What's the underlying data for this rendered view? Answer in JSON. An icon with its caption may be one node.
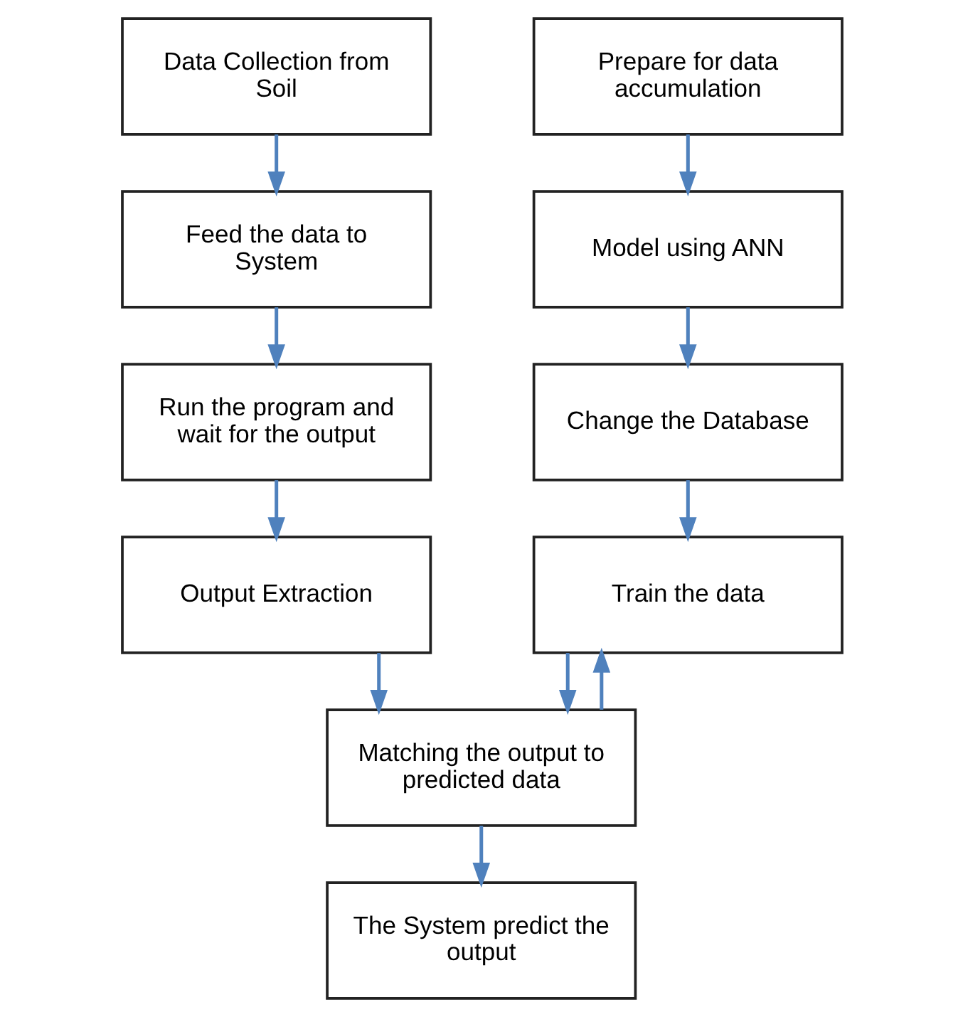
{
  "diagram": {
    "nodes": [
      {
        "text": [
          "Data Collection from Soil"
        ]
      },
      {
        "text": [
          "Feed the data to System"
        ]
      },
      {
        "text": [
          "Run the program and wait for the output"
        ]
      },
      {
        "text": [
          "Output Extraction"
        ]
      },
      {
        "text": [
          "Prepare for data accumulation"
        ]
      },
      {
        "text": [
          "Model using ANN"
        ]
      },
      {
        "text": [
          "Change the Database"
        ]
      },
      {
        "text": [
          "Train the data"
        ]
      },
      {
        "text": [
          "Matching the output to predicted data"
        ]
      },
      {
        "text": [
          "The System predict the output"
        ]
      }
    ],
    "edges": [
      {
        "from": 0,
        "to": 1,
        "arrow": "to"
      },
      {
        "from": 1,
        "to": 2,
        "arrow": "to"
      },
      {
        "from": 2,
        "to": 3,
        "arrow": "to"
      },
      {
        "from": 4,
        "to": 5,
        "arrow": "to"
      },
      {
        "from": 5,
        "to": 6,
        "arrow": "to"
      },
      {
        "from": 6,
        "to": 7,
        "arrow": "to"
      },
      {
        "from": 3,
        "to": 8,
        "arrow": "to"
      },
      {
        "from": 7,
        "to": 8,
        "arrow": "to"
      },
      {
        "from": 8,
        "to": 7,
        "arrow": "to"
      },
      {
        "from": 8,
        "to": 9,
        "arrow": "to"
      }
    ]
  }
}
